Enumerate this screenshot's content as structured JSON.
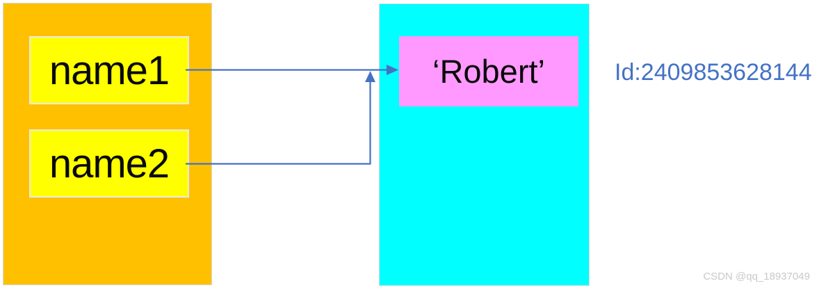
{
  "diagram": {
    "title_hint": "two variable names referencing one string object",
    "variables_frame": {
      "items": [
        {
          "label": "name1"
        },
        {
          "label": "name2"
        }
      ]
    },
    "object_frame": {
      "value_label": "‘Robert’",
      "id_label": "Id:2409853628144"
    },
    "arrows": [
      {
        "from": "name1",
        "to": "robert-value-box",
        "shape": "straight-right"
      },
      {
        "from": "name2",
        "to": "robert-value-box",
        "shape": "right-then-up-merge"
      }
    ],
    "colors": {
      "variables_frame_fill": "#FFC000",
      "variable_box_fill": "#FFFF00",
      "object_frame_fill": "#00FFFF",
      "value_box_fill": "#FF99FF",
      "arrow_stroke": "#4472C4",
      "id_text": "#4472C4",
      "label_text": "#0a0a0a"
    },
    "watermark": "CSDN @qq_18937049"
  }
}
